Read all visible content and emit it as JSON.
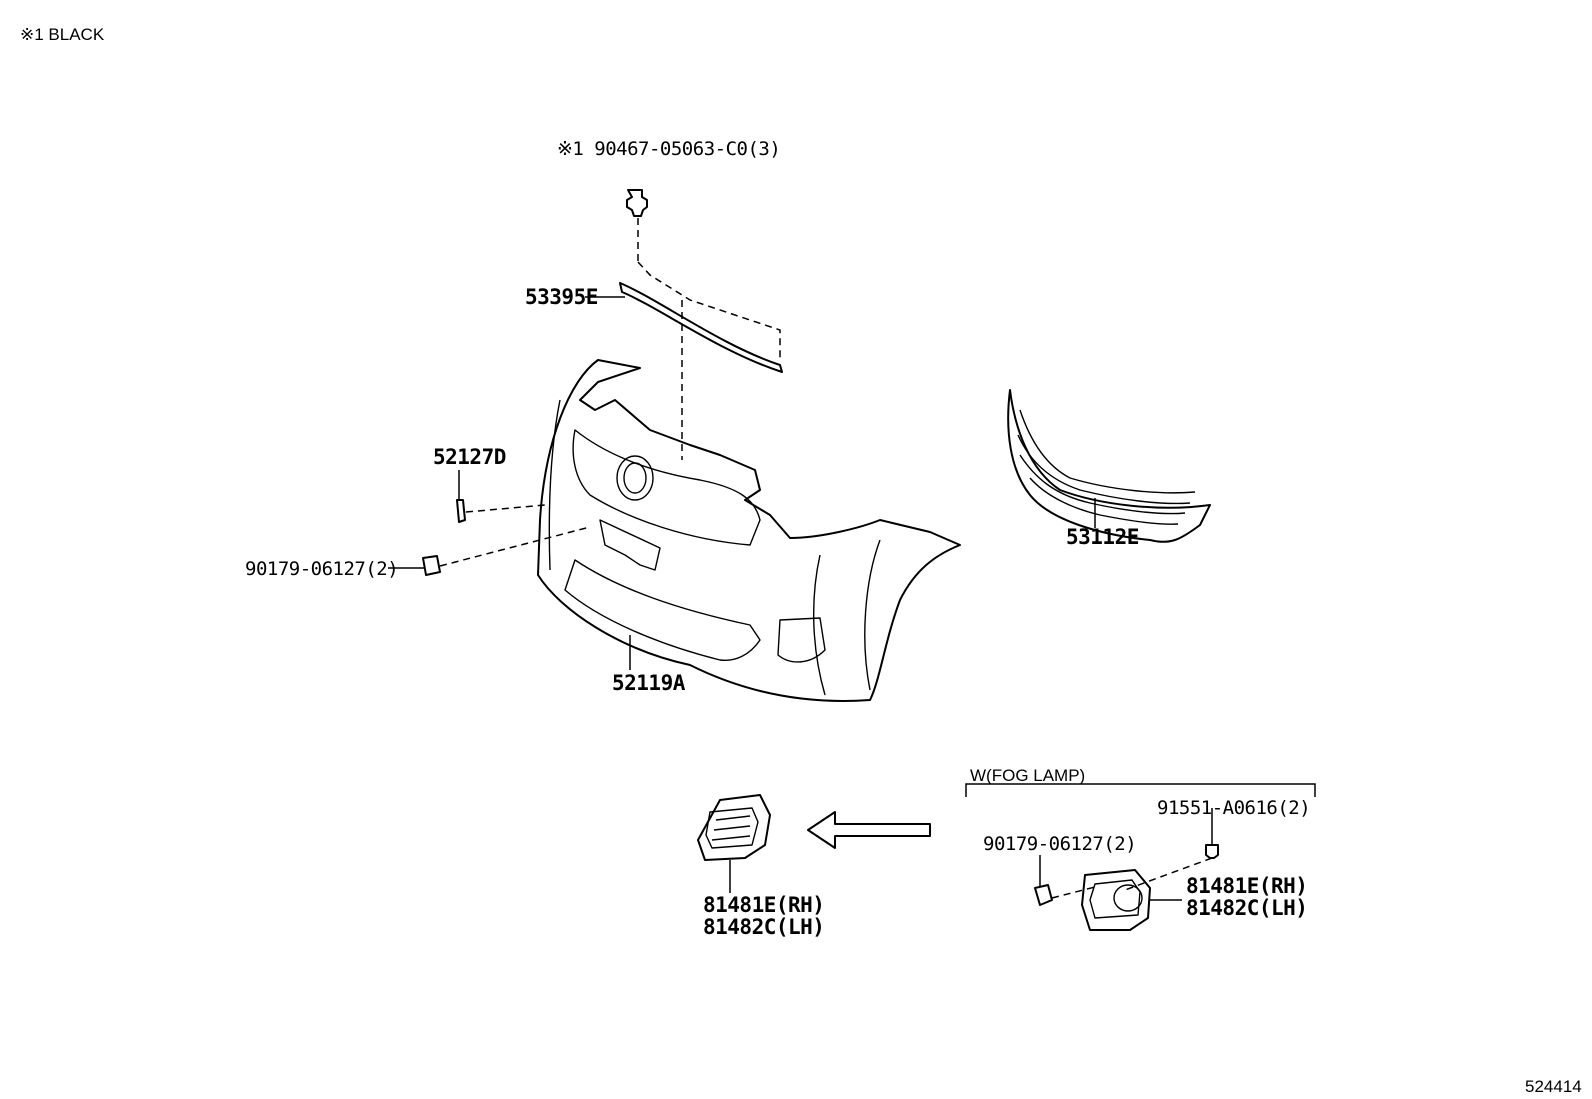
{
  "notes": {
    "legend": "※1 BLACK",
    "figure_id": "524414"
  },
  "callouts": {
    "clip_top": "※1 90467-05063-C0(3)",
    "molding": "53395E",
    "retainer": "52127D",
    "nut_left": "90179-06127(2)",
    "bumper_cover": "52119A",
    "grille": "53112E",
    "fog_lamp_option": "W(FOG LAMP)",
    "screw_fog": "91551-A0616(2)",
    "nut_fog": "90179-06127(2)",
    "cover_left_rh": "81481E(RH)",
    "cover_left_lh": "81482C(LH)",
    "cover_right_rh": "81481E(RH)",
    "cover_right_lh": "81482C(LH)"
  }
}
